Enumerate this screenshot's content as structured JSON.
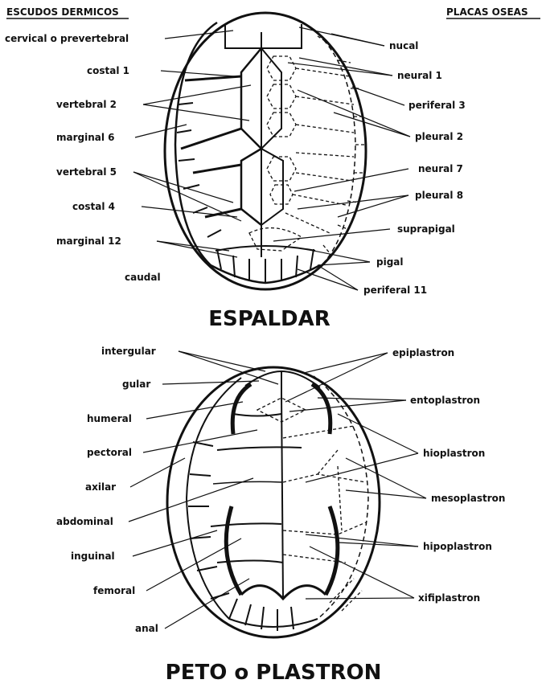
{
  "headers": {
    "left": "ESCUDOS DERMICOS",
    "right": "PLACAS OSEAS"
  },
  "carapace": {
    "title": "ESPALDAR",
    "left_labels": {
      "cervical": "cervical o prevertebral",
      "costal1": "costal 1",
      "vertebral2": "vertebral 2",
      "marginal6": "marginal 6",
      "vertebral5": "vertebral 5",
      "costal4": "costal 4",
      "marginal12": "marginal 12",
      "caudal": "caudal"
    },
    "right_labels": {
      "nucal": "nucal",
      "neural1": "neural 1",
      "periferal3": "periferal 3",
      "pleural2": "pleural 2",
      "neural7": "neural 7",
      "pleural8": "pleural 8",
      "suprapigal": "suprapigal",
      "pigal": "pigal",
      "periferal11": "periferal 11"
    }
  },
  "plastron": {
    "title": "PETO o PLASTRON",
    "left_labels": {
      "intergular": "intergular",
      "gular": "gular",
      "humeral": "humeral",
      "pectoral": "pectoral",
      "axilar": "axilar",
      "abdominal": "abdominal",
      "inguinal": "inguinal",
      "femoral": "femoral",
      "anal": "anal"
    },
    "right_labels": {
      "epiplastron": "epiplastron",
      "entoplastron": "entoplastron",
      "hioplastron": "hioplastron",
      "mesoplastron": "mesoplastron",
      "hipoplastron": "hipoplastron",
      "xifiplastron": "xifiplastron"
    }
  }
}
